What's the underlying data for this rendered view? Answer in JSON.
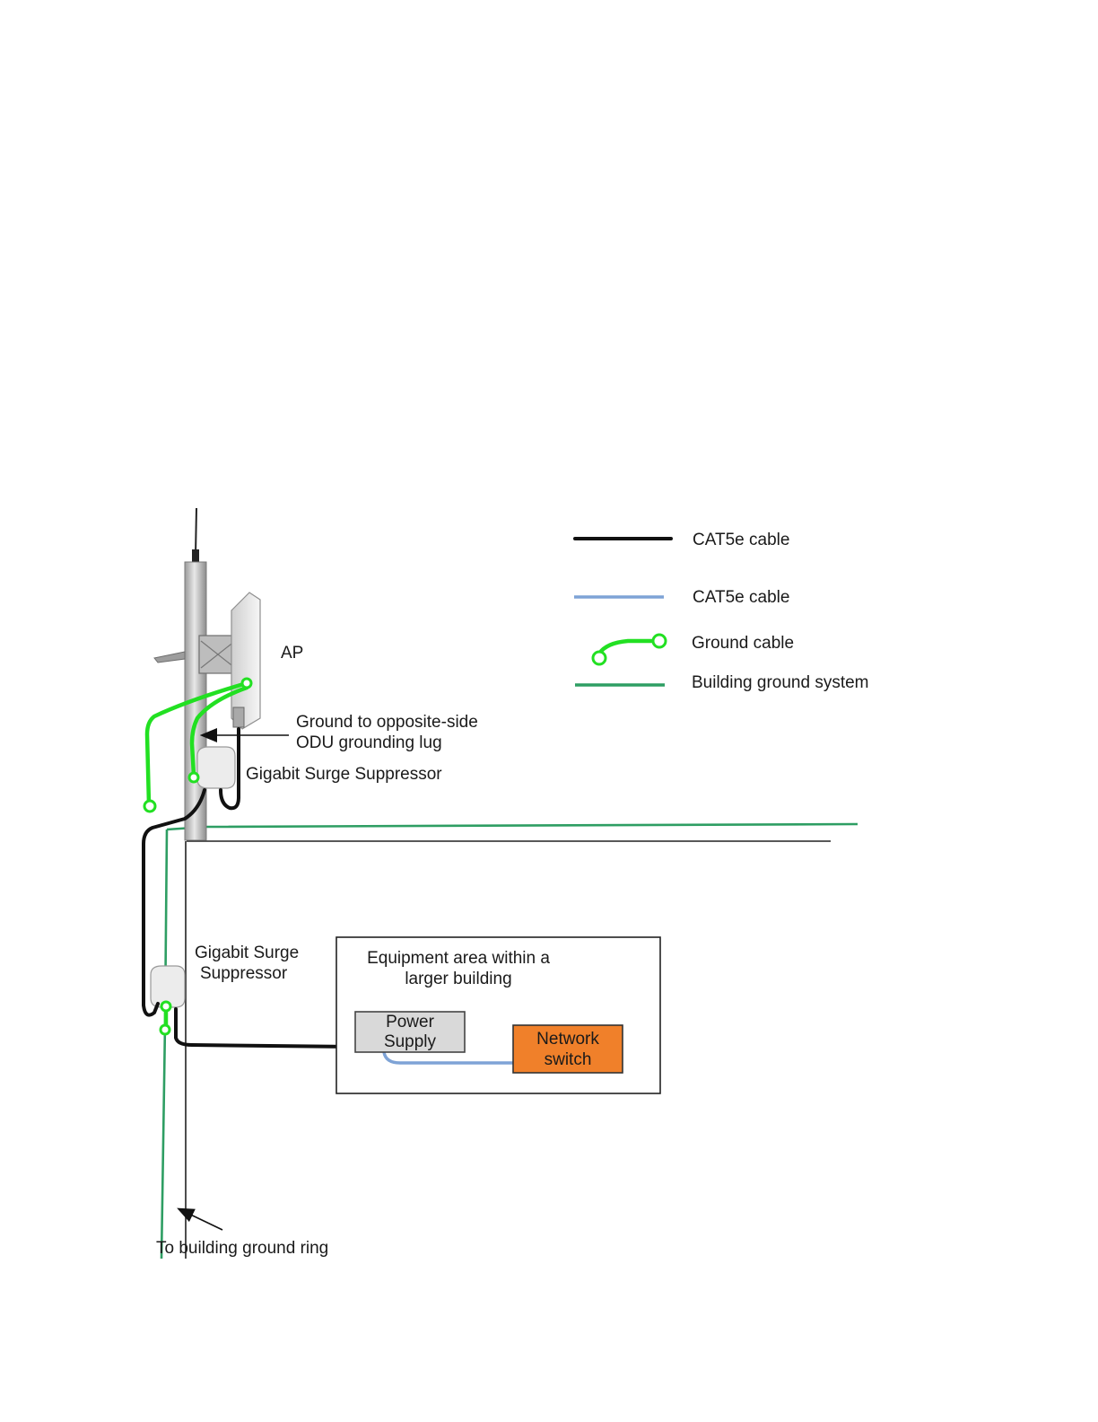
{
  "legend": {
    "items": [
      {
        "label": "CAT5e cable",
        "color": "#111111"
      },
      {
        "label": "CAT5e cable",
        "color": "#7ea3d6"
      },
      {
        "label": "Ground cable",
        "color": "#22e022"
      },
      {
        "label": "Building ground system",
        "color": "#2e9e63"
      }
    ]
  },
  "labels": {
    "ap": "AP",
    "ground_lug_line1": "Ground to opposite-side",
    "ground_lug_line2": "ODU grounding lug",
    "surge_top": "Gigabit Surge Suppressor",
    "surge_bottom_line1": "Gigabit Surge",
    "surge_bottom_line2": "Suppressor",
    "equipment_line1": "Equipment area within a",
    "equipment_line2": "larger building",
    "ground_ring": "To building ground ring"
  },
  "boxes": {
    "power_supply_line1": "Power",
    "power_supply_line2": "Supply",
    "network_switch_line1": "Network",
    "network_switch_line2": "switch",
    "network_switch_color": "#f0802a",
    "power_supply_color": "#d9d9d9"
  }
}
